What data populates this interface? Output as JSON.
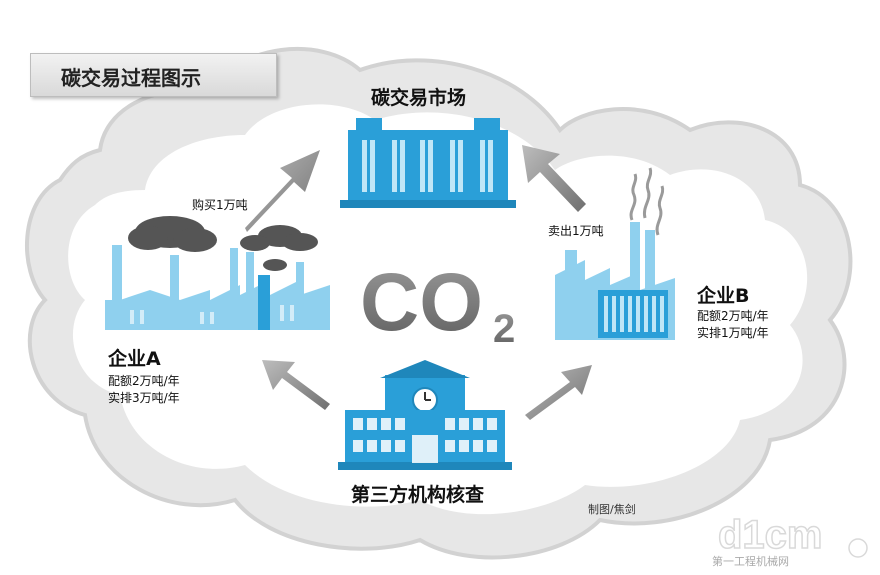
{
  "title": "碳交易过程图示",
  "market": {
    "label": "碳交易市场"
  },
  "enterprise_a": {
    "name": "企业A",
    "quota": "配额2万吨/年",
    "actual": "实排3万吨/年"
  },
  "enterprise_b": {
    "name": "企业B",
    "quota": "配额2万吨/年",
    "actual": "实排1万吨/年"
  },
  "verifier": {
    "label": "第三方机构核查"
  },
  "flows": {
    "buy": "购买1万吨",
    "sell": "卖出1万吨"
  },
  "center": {
    "main": "CO",
    "sub": "2"
  },
  "credit": "制图/焦剑",
  "watermark": {
    "logo": "d1cm",
    "text": "第一工程机械网"
  },
  "colors": {
    "cloud": "#e6e6e6",
    "blue": "#2a9fd8",
    "light_blue": "#8fd0ee",
    "arrow": "#8c8c8c",
    "smoke": "#555555"
  }
}
